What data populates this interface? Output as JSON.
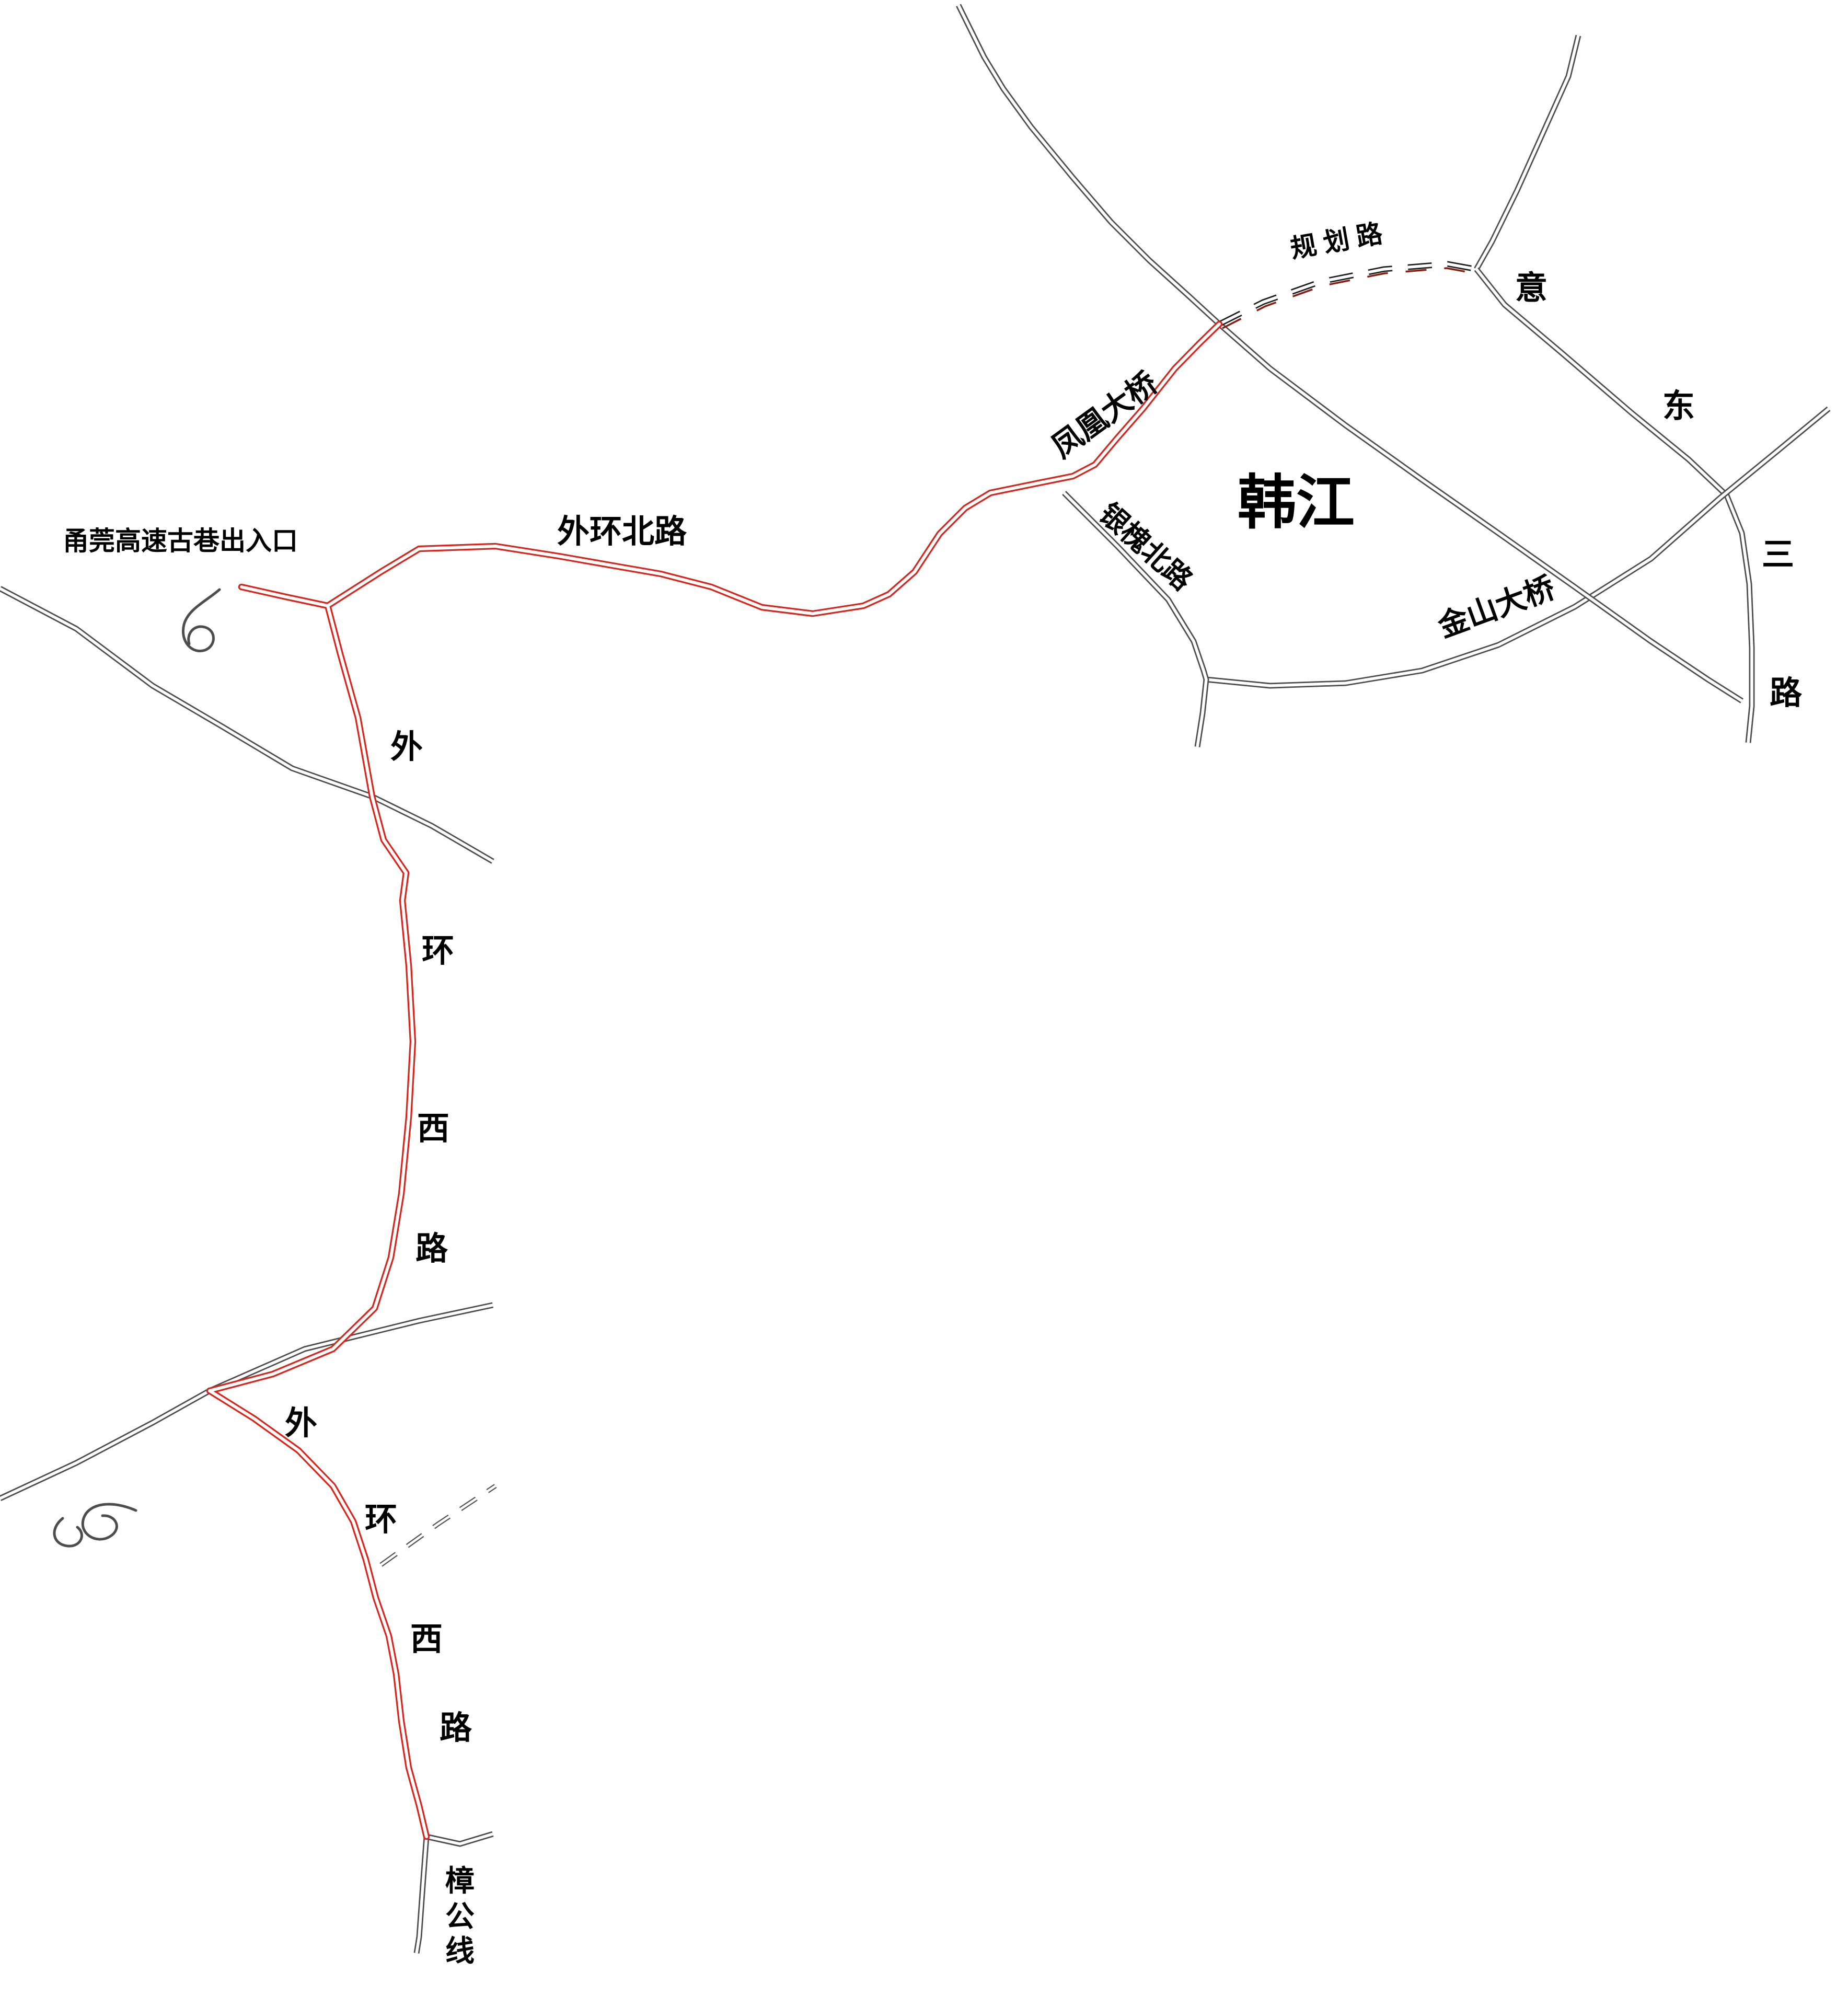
{
  "map": {
    "colors": {
      "route_red": "#d7261e",
      "road_gray": "#4d4d4d",
      "planned_black": "#1f1f1f",
      "planned_red": "#8a1d12",
      "background": "#ffffff",
      "label_black": "#000000"
    },
    "labels": {
      "expressway_exit": "甬莞高速古巷出入口",
      "waihuan_north_road": "外环北路",
      "fenghuang_bridge": "凤凰大桥",
      "planned_road": "规 划 路",
      "han_river": "韩江",
      "yinhuai_north_road": "银槐北路",
      "jinshan_bridge": "金山大桥",
      "yidong_road_chars": [
        "意",
        "东",
        "三",
        "路"
      ],
      "waihuan_west_upper_chars": [
        "外",
        "环",
        "西",
        "路"
      ],
      "waihuan_west_lower_chars": [
        "外",
        "环",
        "西",
        "路"
      ],
      "zhanggong_line_chars": [
        "樟",
        "公",
        "线"
      ]
    }
  }
}
